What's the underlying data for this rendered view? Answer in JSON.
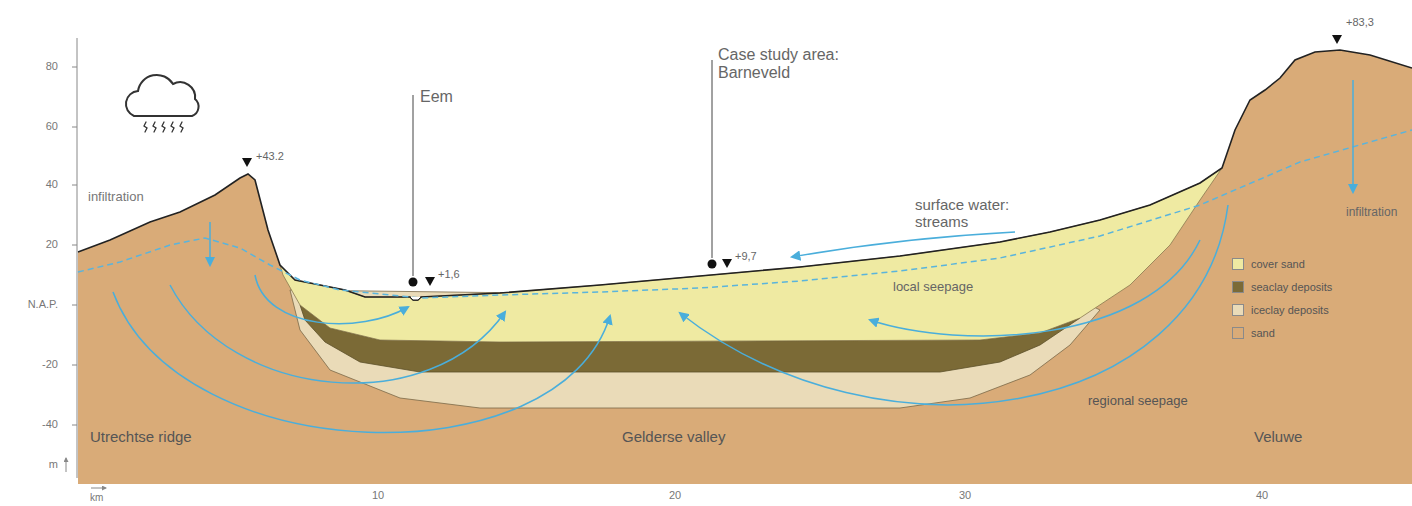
{
  "diagram": {
    "labels": [
      "80",
      "60",
      "40",
      "20",
      "N.A.P.",
      "-20",
      "-40",
      "m",
      "km",
      "10",
      "20",
      "30",
      "40",
      "+43.2",
      "Eem",
      "+1,6",
      "Case study area: Barneveld",
      "+9,7",
      "+83,3",
      "infiltration",
      "infiltration",
      "surface water: streams",
      "local seepage",
      "regional seepage",
      "Utrechtse ridge",
      "Gelderse valley",
      "Veluwe"
    ],
    "legend": [
      {
        "text": "cover sand",
        "color": "#efeaa2"
      },
      {
        "text": "seaclay deposits",
        "color": "#7b6a36"
      },
      {
        "text": "iceclay deposits",
        "color": "#eadbb8"
      },
      {
        "text": "sand",
        "color": "#d9ab78"
      }
    ]
  }
}
